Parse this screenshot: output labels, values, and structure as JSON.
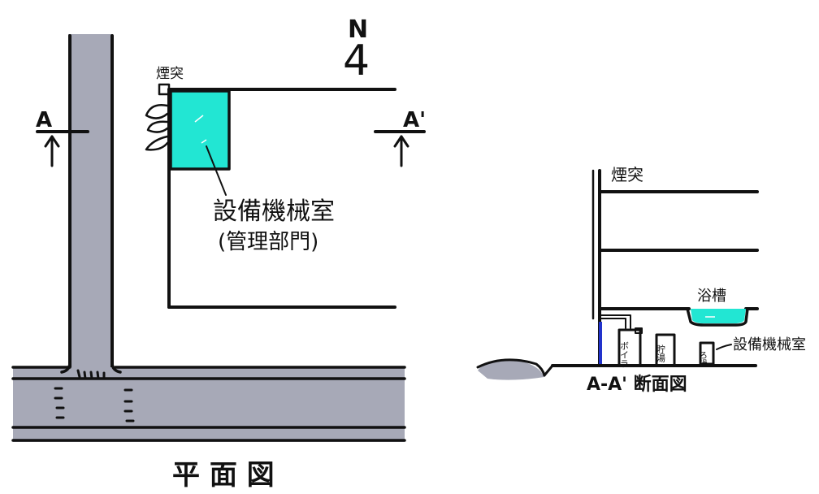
{
  "plan": {
    "north_letter": "N",
    "north_arrow_glyph": "4",
    "chimney_label": "煙突",
    "section_mark_left": "A",
    "section_mark_right": "A'",
    "room_label_line1": "設備機械室",
    "room_label_line2": "(管理部門)",
    "title": "平 面 図"
  },
  "section": {
    "chimney_label": "煙突",
    "bath_label": "浴槽",
    "equipment_room_label": "設備機械室",
    "boiler_label": "ボイラ",
    "water_heater_label": "貯湯",
    "filter_label": "ろ過",
    "title": "A-A' 断面図"
  },
  "colors": {
    "road": "#a7a9b7",
    "equipment_room": "#22e6d3",
    "bath_water": "#22e6d3",
    "pipe": "#2233cc",
    "line": "#111111"
  }
}
